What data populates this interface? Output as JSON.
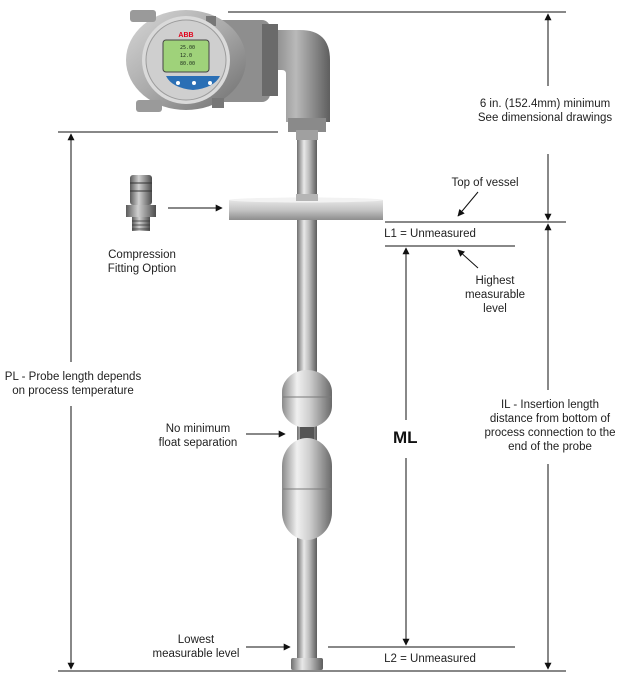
{
  "labels": {
    "min_height_line1": "6 in. (152.4mm) minimum",
    "min_height_line2": "See dimensional drawings",
    "top_of_vessel": "Top of vessel",
    "l1": "L1 = Unmeasured",
    "highest_line1": "Highest",
    "highest_line2": "measurable",
    "highest_line3": "level",
    "compression_line1": "Compression",
    "compression_line2": "Fitting Option",
    "pl_line1": "PL - Probe length depends",
    "pl_line2": "on process temperature",
    "no_min_line1": "No minimum",
    "no_min_line2": "float separation",
    "ml": "ML",
    "il_line1": "IL - Insertion length",
    "il_line2": "distance from bottom of",
    "il_line3": "process connection to the",
    "il_line4": "end of the probe",
    "lowest_line1": "Lowest",
    "lowest_line2": "measurable level",
    "l2": "L2 = Unmeasured"
  },
  "transmitter": {
    "brand": "ABB",
    "display_line1": "25.00",
    "display_line2": "12.0",
    "display_line3": "80.00"
  },
  "colors": {
    "brand_red": "#e2001a",
    "lcd_green": "#9fd27a",
    "button_blue": "#2a6fb5",
    "line": "#111111"
  }
}
